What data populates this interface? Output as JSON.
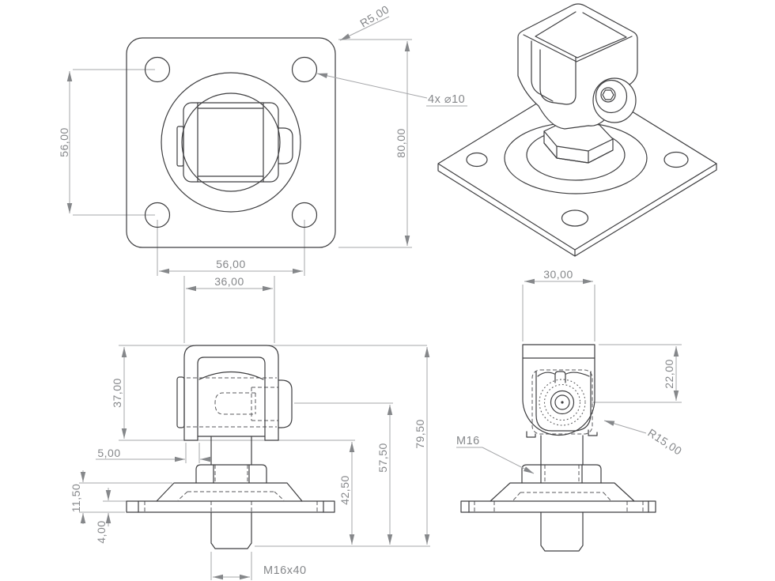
{
  "palette": {
    "background": "#ffffff",
    "edge_color": "#3e3e40",
    "hidden_line_color": "#5a5a5c",
    "dimension_line_color": "#a6a7aa",
    "dimension_text_color": "#85878a"
  },
  "views": {
    "plan": {
      "dims": {
        "hole_pitch_vertical": "56,00",
        "plate_height": "80,00",
        "corner_radius": "R5,00",
        "hole_callout": "4x ⌀10",
        "hole_pitch_horizontal": "56,00",
        "bracket_width": "36,00"
      }
    },
    "front": {
      "dims": {
        "bracket_height": "37,00",
        "strap_thickness": "5,00",
        "boss_height": "11,50",
        "plate_thickness": "4,00",
        "plate_to_stud_end": "42,50",
        "pivot_to_stud_end": "57,50",
        "overall_height": "79,50",
        "stud_thread": "M16x40"
      }
    },
    "side": {
      "dims": {
        "bracket_depth": "30,00",
        "top_to_pivot": "22,00",
        "bracket_radius": "R15,00",
        "shaft_thread": "M16"
      }
    }
  }
}
